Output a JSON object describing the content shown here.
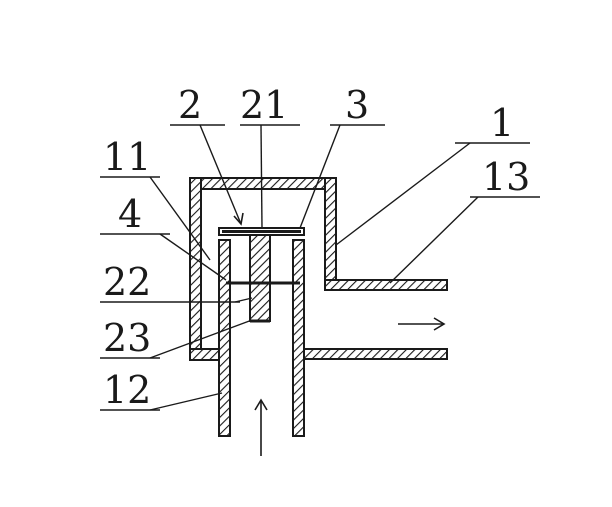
{
  "labels": {
    "l2": "2",
    "l21": "21",
    "l3": "3",
    "l1": "1",
    "l11": "11",
    "l13": "13",
    "l4": "4",
    "l22": "22",
    "l23": "23",
    "l12": "12"
  }
}
